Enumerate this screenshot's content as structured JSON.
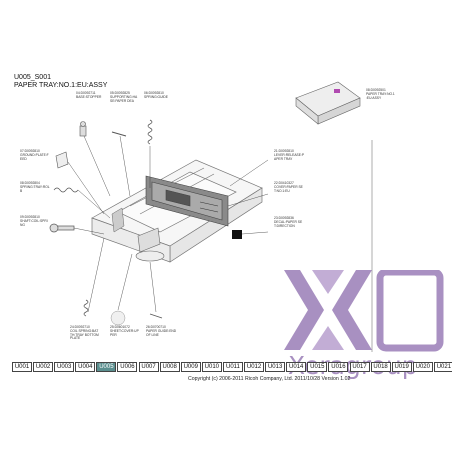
{
  "header": {
    "code": "U005_S001",
    "title": "PAPER TRAY:NO.1:EU:ASSY"
  },
  "parts": [
    {
      "id": "ref-04",
      "text": "04:D0092711\nBASE:STOPPER"
    },
    {
      "id": "ref-05",
      "text": "05:D0092825\nSUPPORTING:HA\nSE:PAPER DEA"
    },
    {
      "id": "ref-06",
      "text": "06:D0092810\nSPRING:GUIDE"
    },
    {
      "id": "ref-07",
      "text": "07:D0092810\nGROUND:PLATE:F\nEED"
    },
    {
      "id": "ref-08",
      "text": "08:D0092804\nSPRING:TRAY:ROL\nB"
    },
    {
      "id": "ref-09",
      "text": "09:D0092810\nSHAFT:COIL:SPRI\nNG"
    },
    {
      "id": "ref-top",
      "text": "08:D0092501\nPAPER TRAY:NO.1\n:EU:ASSY"
    },
    {
      "id": "ref-21",
      "text": "21:D0092810\nLEVER:RELEASE:P\nAPER TRAY"
    },
    {
      "id": "ref-22",
      "text": "22:D0410327\nCOVER:PAPER SE\nT:NO.1:EU"
    },
    {
      "id": "ref-23",
      "text": "23:D0092836\nDECAL:PAPER SE\nT:DIRECTION"
    },
    {
      "id": "ref-24",
      "text": "24:D0092710\nCOIL SPRING:BAT\nTH:TRAY BOTTOM\nPLATE"
    },
    {
      "id": "ref-25",
      "text": "25:D0601072\nSHEET:COVER:UP\nPER"
    },
    {
      "id": "ref-26",
      "text": "26:D0700710\nPAPER GUIDE:END\nOF LINE"
    }
  ],
  "pages": [
    "U001",
    "U002",
    "U003",
    "U004",
    "U005",
    "U006",
    "U007",
    "U008",
    "U009",
    "U010",
    "U011",
    "U012",
    "U013",
    "U014",
    "U015",
    "U016",
    "U017",
    "U018",
    "U019",
    "U020",
    "U021"
  ],
  "active_page": "U005",
  "copyright": "Copyright (c) 2006-2011 Ricoh Company, Ltd.   2011/10/28 Version 1.02",
  "watermark": {
    "text": "Xeragroup",
    "color": "#9678b4"
  }
}
